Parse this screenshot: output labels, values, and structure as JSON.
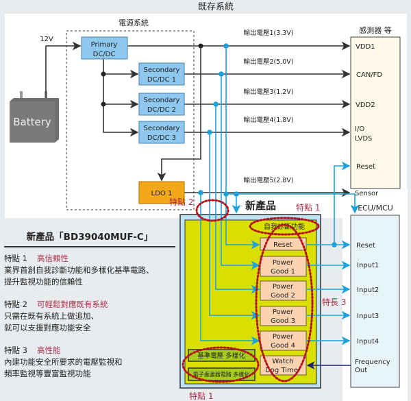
{
  "title": "既存系統",
  "power_system": {
    "label": "電源系統",
    "input_voltage": "12V",
    "battery": "Battery",
    "primary": [
      "Primary",
      "DC/DC"
    ],
    "secondary": [
      [
        "Secondary",
        "DC/DC 1"
      ],
      [
        "Secondary",
        "DC/DC 2"
      ],
      [
        "Secondary",
        "DC/DC 3"
      ]
    ],
    "ldo": "LDO 1"
  },
  "outputs": [
    "輸出電壓1(3.3V)",
    "輸出電壓2(5.0V)",
    "輸出電壓3(1.2V)",
    "輸出電壓4(1.8V)",
    "輸出電壓5(2.8V)"
  ],
  "sensor": {
    "label": "感測器 等",
    "pins": [
      "VDD1",
      "CAN/FD",
      "VDD2",
      "I/O",
      "LVDS",
      "Reset",
      "Sensor"
    ]
  },
  "chip": {
    "label": "新產品",
    "self_diag": "自我診斷功能",
    "blocks": [
      [
        "Reset"
      ],
      [
        "Power",
        "Good 1"
      ],
      [
        "Power",
        "Good 2"
      ],
      [
        "Power",
        "Good 3"
      ],
      [
        "Power",
        "Good 4"
      ],
      [
        "Watch",
        "Dog Timer"
      ]
    ],
    "ref_voltage": "基準電壓 多樣化",
    "oscillator": "電子振盪器電路 多樣化"
  },
  "ecu": {
    "label": "ECU/MCU",
    "pins": [
      "Reset",
      "Input1",
      "Input2",
      "Input3",
      "Input4",
      "Frequency",
      "Out"
    ]
  },
  "callouts": {
    "f2": "特點 2",
    "f1_top": "特點 1",
    "f3": "特長 3",
    "f1_bottom": "特點 1"
  },
  "features": {
    "heading": "新產品「BD39040MUF-C」",
    "items": [
      {
        "label": "特點 1",
        "accent": "高信賴性",
        "lines": [
          "業界首創自我診斷功能和多樣化基準電路、",
          "提升監視功能的信賴性"
        ]
      },
      {
        "label": "特點 2",
        "accent": "可輕鬆對應既有系統",
        "lines": [
          "只需在既有系統上做追加、",
          "就可以支援對應功能安全"
        ]
      },
      {
        "label": "特點 3",
        "accent": "高性能",
        "lines": [
          "內建功能安全所要求的電壓監視和",
          "頻率監視等豐富監視功能"
        ]
      }
    ]
  },
  "colors": {
    "wire_blue": "#1ea0dc",
    "dcdc_blue": "#8ec8ef",
    "ldo_orange": "#f3a81a",
    "chip_yellow": "#d9df00",
    "block_peach": "#fbd3b0",
    "callout_red": "#b3121e"
  }
}
